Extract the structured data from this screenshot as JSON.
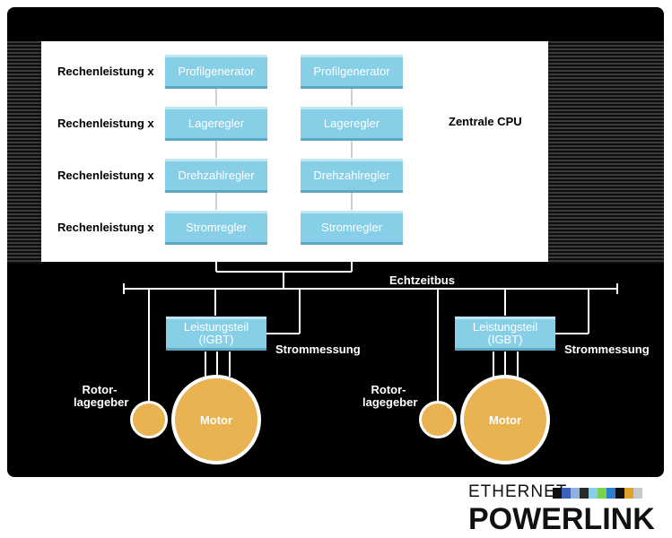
{
  "row_labels": [
    "Rechenleistung x",
    "Rechenleistung x",
    "Rechenleistung x",
    "Rechenleistung x"
  ],
  "chain_left": [
    "Profilgenerator",
    "Lageregler",
    "Drehzahlregler",
    "Stromregler"
  ],
  "chain_right": [
    "Profilgenerator",
    "Lageregler",
    "Drehzahlregler",
    "Stromregler"
  ],
  "cpu_label": "Zentrale CPU",
  "bus_label": "Echtzeitbus",
  "axes": [
    {
      "power_line1": "Leistungsteil",
      "power_line2": "(IGBT)",
      "current_label": "Strommessung",
      "rotor_line1": "Rotor-",
      "rotor_line2": "lagegeber",
      "motor_label": "Motor"
    },
    {
      "power_line1": "Leistungsteil",
      "power_line2": "(IGBT)",
      "current_label": "Strommessung",
      "rotor_line1": "Rotor-",
      "rotor_line2": "lagegeber",
      "motor_label": "Motor"
    }
  ],
  "logo": {
    "top": "ETHERNET",
    "bottom": "POWERLINK",
    "colors": [
      "#111111",
      "#3d5fbf",
      "#8fb0e0",
      "#2a2a2a",
      "#86cfe6",
      "#7ad14a",
      "#2b7fd0",
      "#111111",
      "#e0a030",
      "#c8c8c8"
    ]
  },
  "colors": {
    "panel": "#000000",
    "block": "#86cfe6",
    "motor": "#e8b350"
  }
}
